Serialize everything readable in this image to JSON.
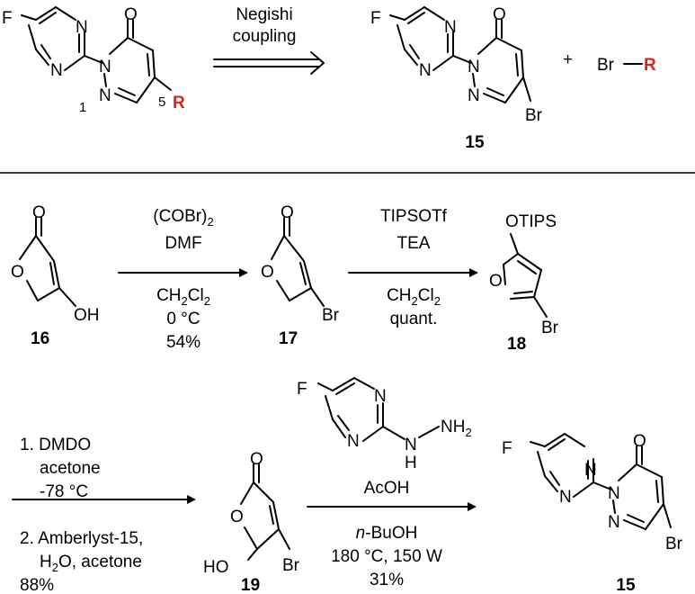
{
  "colors": {
    "ink": "#000000",
    "accent": "#e0201a"
  },
  "retro": {
    "target_atoms": {
      "f": "F",
      "n_pyr_a": "N",
      "n_pyr_b": "N",
      "o": "O",
      "n2": "N",
      "n1": "N",
      "r": "R",
      "loc1": "1",
      "loc5": "5"
    },
    "arrow_label_1": "Negishi",
    "arrow_label_2": "coupling",
    "product_atoms": {
      "f": "F",
      "n_pyr_a": "N",
      "n_pyr_b": "N",
      "o": "O",
      "n2": "N",
      "n1": "N",
      "br": "Br"
    },
    "plus": "+",
    "br_r": {
      "br": "Br",
      "r": "R"
    },
    "compound_15": "15"
  },
  "step1": {
    "c16_atoms": {
      "o_carbonyl": "O",
      "o_ring": "O",
      "oh": "OH"
    },
    "c16": "16",
    "reagent_1": "(COBr)",
    "reagent_1_sub": "2",
    "reagent_2": "DMF",
    "solvent": "CH",
    "solvent_sub": "2",
    "solvent_tail": "Cl",
    "solvent_sub2": "2",
    "temp": "0 °C",
    "yield": "54%",
    "c17_atoms": {
      "o_carbonyl": "O",
      "o_ring": "O",
      "br": "Br"
    },
    "c17": "17"
  },
  "step2": {
    "reagent_1": "TIPSOTf",
    "reagent_2": "TEA",
    "solvent": "CH",
    "solvent_sub": "2",
    "solvent_tail": "Cl",
    "solvent_sub2": "2",
    "yield": "quant.",
    "c18_atoms": {
      "otips": "OTIPS",
      "o_ring": "O",
      "br": "Br"
    },
    "c18": "18"
  },
  "step3": {
    "line_1": "1. DMDO",
    "line_2": "acetone",
    "line_3": "-78 °C",
    "line_4": "2. Amberlyst-15,",
    "line_5a": "H",
    "line_5_sub": "2",
    "line_5b": "O, acetone",
    "yield": "88%",
    "c19_atoms": {
      "o_carbonyl": "O",
      "o_ring": "O",
      "ho": "HO",
      "br": "Br"
    },
    "c19": "19"
  },
  "step4": {
    "hydrazine_atoms": {
      "f": "F",
      "n_a": "N",
      "n_b": "N",
      "nh": "N",
      "h": "H",
      "nh2": "NH",
      "nh2_sub": "2"
    },
    "reagent": "AcOH",
    "solvent_italic": "n",
    "solvent_rest": "-BuOH",
    "conditions": "180 °C, 150 W",
    "yield": "31%",
    "product_atoms": {
      "f": "F",
      "n_pyr_a": "N",
      "n_pyr_b": "N",
      "o": "O",
      "n2": "N",
      "n1": "N",
      "br": "Br"
    },
    "c15": "15"
  }
}
